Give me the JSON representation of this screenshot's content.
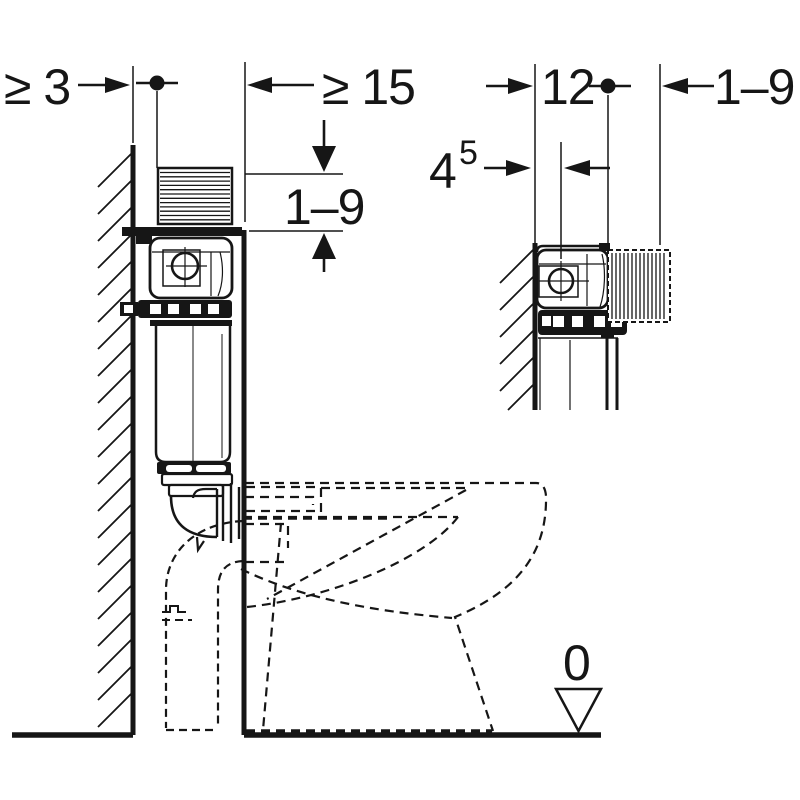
{
  "ink": "#161616",
  "left_view": {
    "dim_wall_clearance": "≥ 3",
    "dim_niche_depth": "≥ 15",
    "dim_finish_thickness": "1–9",
    "floor_level_label": "0"
  },
  "right_view": {
    "dim_cistern_depth": "12",
    "dim_finish_thickness": "1–9",
    "dim_pipe_axis_int": "4",
    "dim_pipe_axis_sup": "5"
  }
}
